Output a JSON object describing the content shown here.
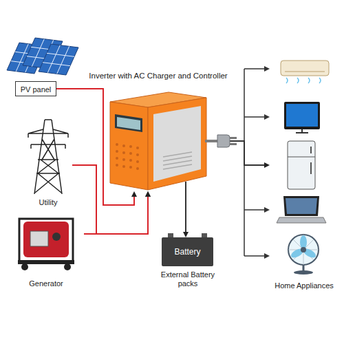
{
  "diagram": {
    "nodes": [
      {
        "text": [
          "PV panel"
        ]
      },
      {
        "text": [
          "Inverter with AC Charger and Controller"
        ]
      },
      {
        "text": [
          "Utility"
        ]
      },
      {
        "text": [
          "Generator"
        ]
      },
      {
        "text": [
          "Battery",
          "External Battery packs"
        ]
      },
      {
        "text": [
          "Home Appliances"
        ]
      }
    ],
    "edges": [
      {
        "from": 0,
        "to": 1,
        "arrow": "to"
      },
      {
        "from": 2,
        "to": 1,
        "arrow": "to"
      },
      {
        "from": 3,
        "to": 1,
        "arrow": "to"
      },
      {
        "from": 1,
        "to": 4,
        "arrow": "to"
      },
      {
        "from": 1,
        "to": 5,
        "arrow": "to"
      }
    ]
  }
}
